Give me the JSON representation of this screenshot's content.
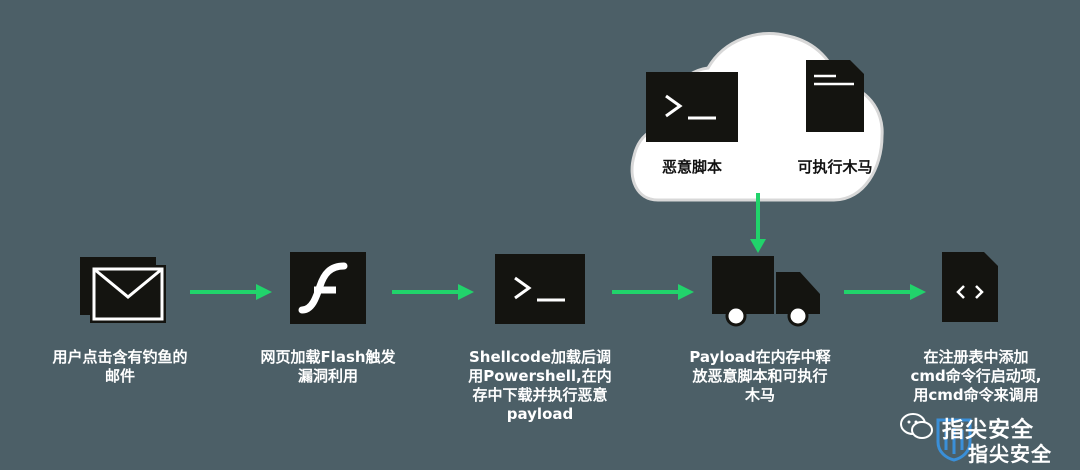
{
  "cloud": {
    "items": [
      {
        "label": "恶意脚本",
        "icon": "terminal-icon"
      },
      {
        "label": "可执行木马",
        "icon": "executable-file-icon"
      }
    ]
  },
  "steps": [
    {
      "icon": "mail-icon",
      "label_lines": [
        "用户点击含有钓鱼的",
        "邮件"
      ]
    },
    {
      "icon": "flash-icon",
      "label_lines": [
        "网页加载Flash触发",
        "漏洞利用"
      ]
    },
    {
      "icon": "terminal-icon",
      "label_lines": [
        "Shellcode加载后调",
        "用Powershell,在内",
        "存中下载并执行恶意",
        "payload"
      ]
    },
    {
      "icon": "truck-icon",
      "label_lines": [
        "Payload在内存中释",
        "放恶意脚本和可执行",
        "木马"
      ]
    },
    {
      "icon": "code-file-icon",
      "label_lines": [
        "在注册表中添加",
        "cmd命令行启动项,",
        "用cmd命令来调用"
      ]
    }
  ],
  "watermark": {
    "text_top": "指尖安全",
    "text_bottom": "指尖安全",
    "icon": "wechat-icon"
  },
  "colors": {
    "background": "#4c5f67",
    "arrow": "#21d36b",
    "icon_dark": "#141410",
    "cloud": "#ffffff"
  }
}
